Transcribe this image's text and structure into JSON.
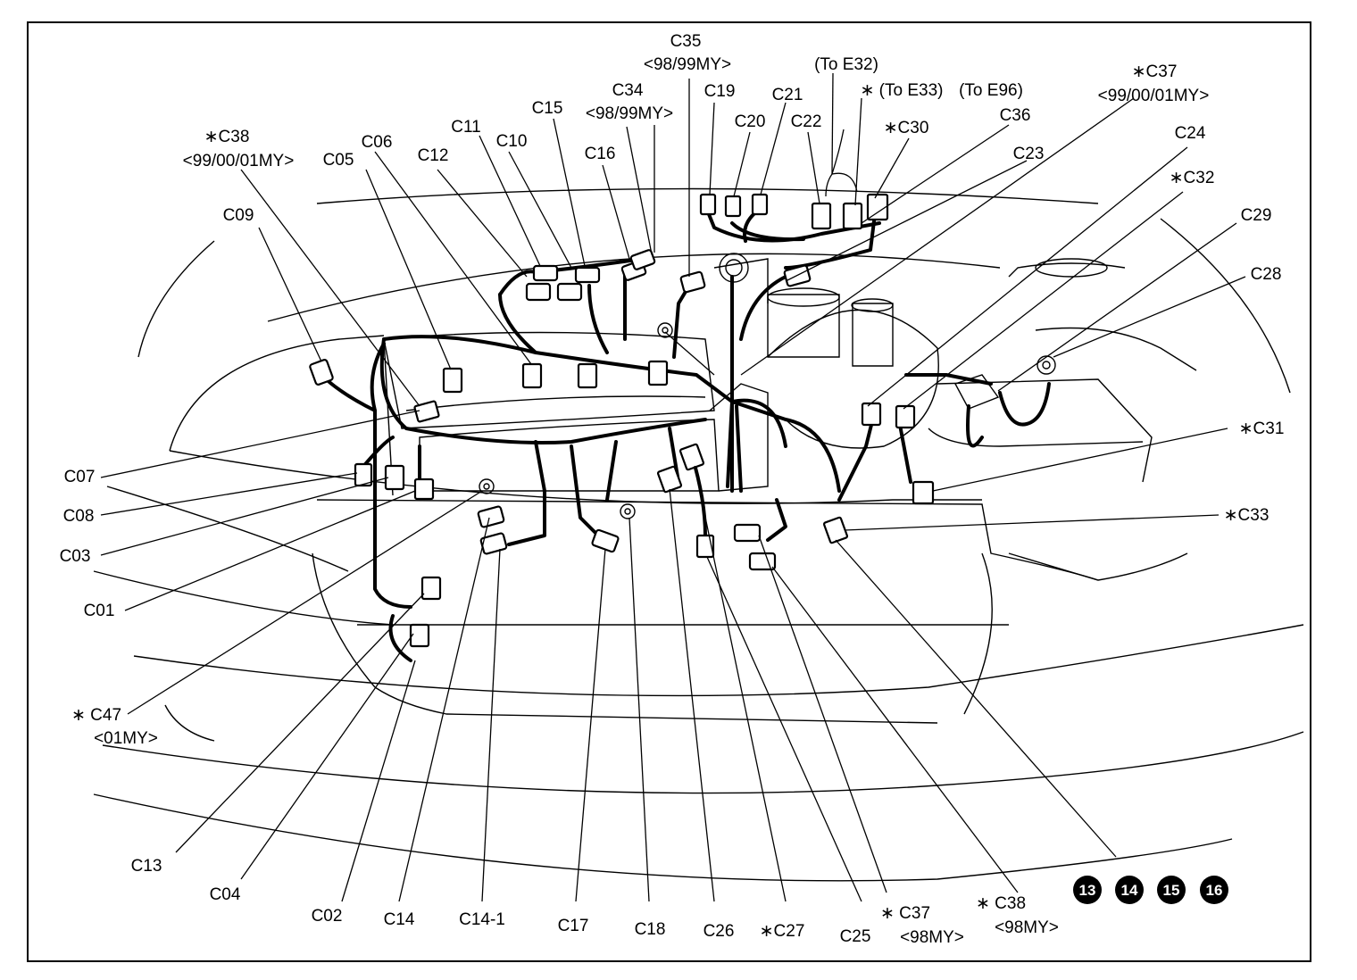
{
  "labels": {
    "c35": "C35",
    "c35_sub": "<98/99MY>",
    "to_e32": "(To E32)",
    "c37_top": "∗C37",
    "c37_top_sub": "<99/00/01MY>",
    "c34": "C34",
    "c34_sub": "<98/99MY>",
    "c19": "C19",
    "c21": "C21",
    "to_e33": "∗ (To E33)",
    "to_e96": "(To E96)",
    "c15": "C15",
    "c20": "C20",
    "c22": "C22",
    "c36": "C36",
    "c38_top": "∗C38",
    "c38_top_sub": "<99/00/01MY>",
    "c11": "C11",
    "c30": "∗C30",
    "c06": "C06",
    "c10": "C10",
    "c24": "C24",
    "c12": "C12",
    "c16": "C16",
    "c05": "C05",
    "c23": "C23",
    "c32": "∗C32",
    "c09": "C09",
    "c29": "C29",
    "c28": "C28",
    "c31": "∗C31",
    "c07": "C07",
    "c08": "C08",
    "c33": "∗C33",
    "c03": "C03",
    "c01": "C01",
    "c47": "∗ C47",
    "c47_sub": "<01MY>",
    "c13": "C13",
    "c04": "C04",
    "c02": "C02",
    "c14": "C14",
    "c14_1": "C14-1",
    "c17": "C17",
    "c18": "C18",
    "c26": "C26",
    "c27": "∗C27",
    "c25": "C25",
    "c37_bot": "∗ C37",
    "c37_bot_sub": "<98MY>",
    "c38_bot": "∗ C38",
    "c38_bot_sub": "<98MY>"
  },
  "page_badges": [
    "13",
    "14",
    "15",
    "16"
  ]
}
